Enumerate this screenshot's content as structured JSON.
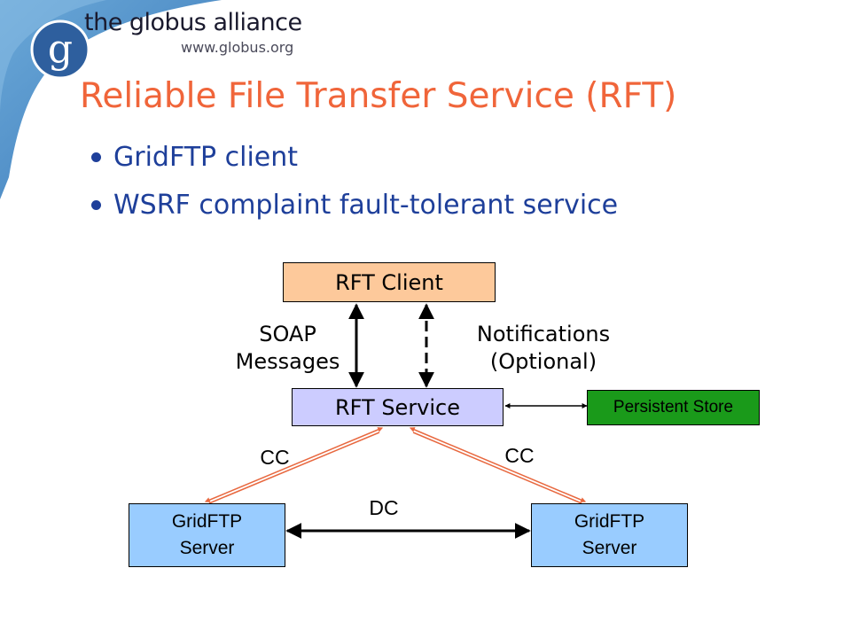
{
  "logo": {
    "mark": "g",
    "name": "the globus alliance",
    "url": "www.globus.org"
  },
  "title": "Reliable File Transfer Service (RFT)",
  "bullets": [
    "GridFTP client",
    "WSRF complaint fault-tolerant service"
  ],
  "diagram": {
    "rft_client": "RFT Client",
    "rft_service": "RFT Service",
    "persistent_store": "Persistent Store",
    "gridftp_left": {
      "line1": "GridFTP",
      "line2": "Server"
    },
    "gridftp_right": {
      "line1": "GridFTP",
      "line2": "Server"
    },
    "soap": {
      "line1": "SOAP",
      "line2": "Messages"
    },
    "notifications": {
      "line1": "Notifications",
      "line2": "(Optional)"
    },
    "cc_left": "CC",
    "cc_right": "CC",
    "dc": "DC"
  },
  "colors": {
    "title": "#f0653a",
    "bullet": "#1e3f9a",
    "rft_client_fill": "#fdc99b",
    "rft_service_fill": "#ccccff",
    "persistent_store_fill": "#1a9a1a",
    "gridftp_fill": "#99ccff",
    "cc_arrow": "#e8683f"
  }
}
